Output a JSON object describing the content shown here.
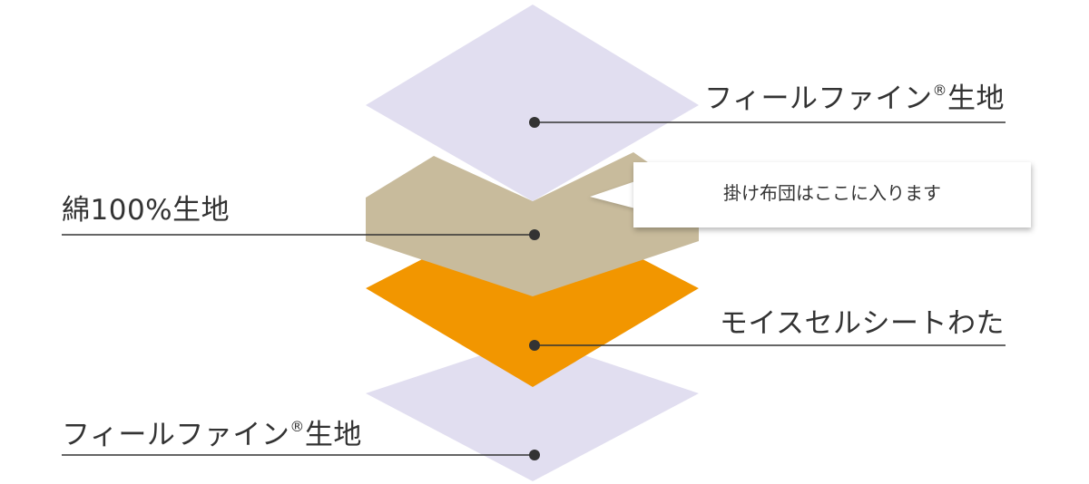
{
  "layers": [
    {
      "id": "top",
      "label": "フィールファイン",
      "suffix": "生地",
      "reg_mark": "®",
      "color": "#e1def0"
    },
    {
      "id": "cotton",
      "label": "綿100%生地",
      "color": "#c8bb9c"
    },
    {
      "id": "core",
      "label": "モイスセルシートわた",
      "color": "#f29600"
    },
    {
      "id": "bottom",
      "label": "フィールファイン",
      "suffix": "生地",
      "reg_mark": "®",
      "color": "#e1def0"
    }
  ],
  "callout": {
    "text": "掛け布団はここに入ります",
    "background": "#ffffff"
  },
  "leader_color": "#333333"
}
